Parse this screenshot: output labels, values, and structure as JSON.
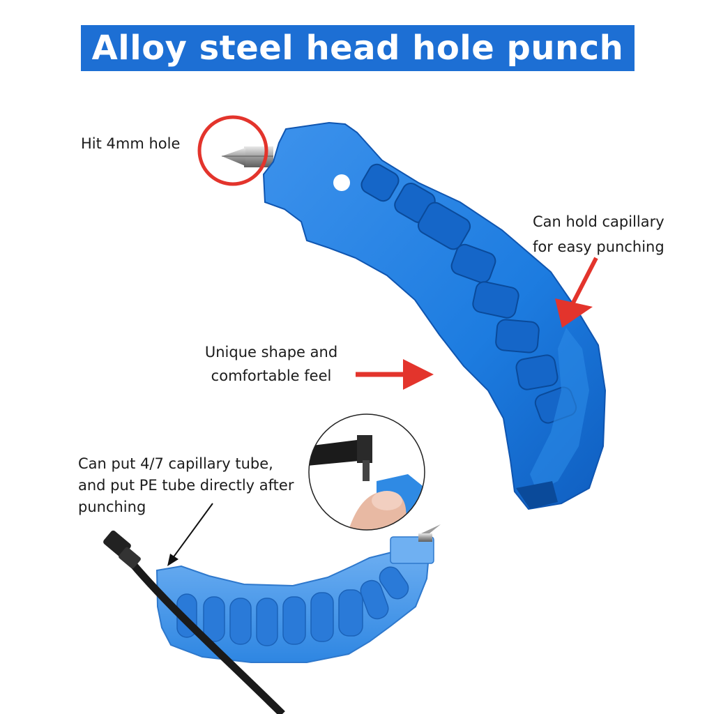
{
  "banner": {
    "title": "Alloy steel head hole punch"
  },
  "labels": {
    "hit_hole": "Hit 4mm hole",
    "hold_capillary": [
      "Can hold capillary",
      "for easy punching"
    ],
    "unique_shape": [
      "Unique shape and",
      "comfortable feel"
    ],
    "capillary_tube": [
      "Can put 4/7 capillary tube,",
      "and put PE tube directly after",
      "punching"
    ]
  },
  "colors": {
    "banner_blue": "#1d6fd4",
    "tool_blue": "#1d7ce0",
    "tool_blue_dark": "#0f55b0",
    "tool_blue_light": "#5aa4ef",
    "arrow_red": "#e3342c"
  }
}
